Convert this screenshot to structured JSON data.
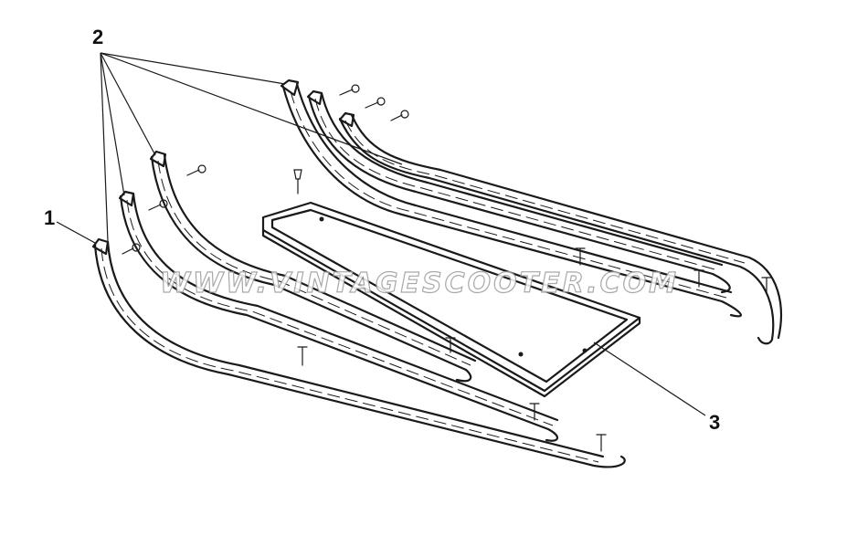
{
  "callouts": {
    "part_1": "1",
    "part_2": "2",
    "part_3": "3"
  },
  "watermark": {
    "text": "WWW.VINTAGESCOOTER.COM"
  },
  "colors": {
    "ink": "#1a1a1a",
    "background": "#ffffff"
  }
}
